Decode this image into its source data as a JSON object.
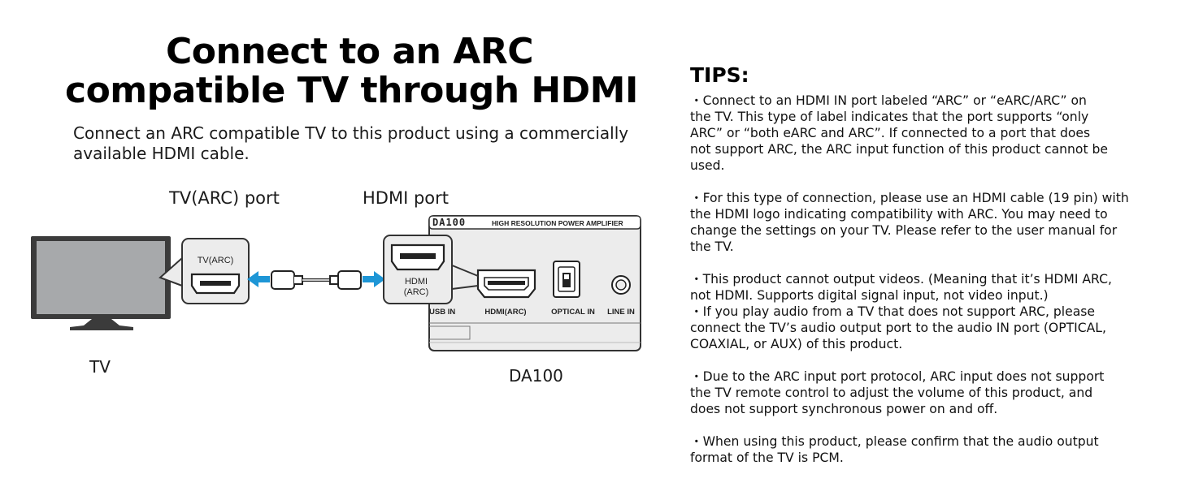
{
  "title": {
    "line1": "Connect to an ARC",
    "line2": "compatible TV through HDMI"
  },
  "subtitle": "Connect an ARC compatible TV to this product using a commercially available HDMI cable.",
  "diagram": {
    "tv_port_label": "TV(ARC) port",
    "hdmi_port_label": "HDMI port",
    "tv_label": "TV",
    "device_label": "DA100",
    "tv_port_tag": "TV(ARC)",
    "hdmi_arc_tag_line1": "HDMI",
    "hdmi_arc_tag_line2": "(ARC)",
    "brand_logo": "DA100",
    "device_header": "HIGH RESOLUTION POWER AMPLIFIER",
    "port_usb": "USB IN",
    "port_hdmi": "HDMI(ARC)",
    "port_optical": "OPTICAL IN",
    "port_line": "LINE IN",
    "arrow_color": "#1e96d6"
  },
  "tips": {
    "heading": "TIPS:",
    "items": [
      "・Connect to an HDMI IN port labeled “ARC” or “eARC/ARC” on\nthe TV. This type of label indicates that the port supports “only\nARC” or “both eARC and ARC”. If connected to a port that does\nnot support ARC, the ARC input function of this product cannot be\nused.",
      "・For this type of connection, please use an HDMI cable (19 pin) with\nthe HDMI logo indicating compatibility with ARC. You may need to\nchange the settings on your TV. Please refer to the user manual for\nthe TV.",
      "・This product cannot output videos. (Meaning that it’s HDMI ARC,\nnot HDMI. Supports digital signal input, not video input.)",
      "・If you play audio from a TV that does not support ARC, please\nconnect the TV’s audio output port to the audio IN port (OPTICAL,\nCOAXIAL, or AUX) of this product.",
      "・Due to the ARC input port protocol, ARC input does not support\nthe TV remote control to adjust the volume of this product, and\ndoes not support synchronous power on and off.",
      "・When using this product, please confirm that the audio output\nformat of the TV is PCM."
    ]
  }
}
